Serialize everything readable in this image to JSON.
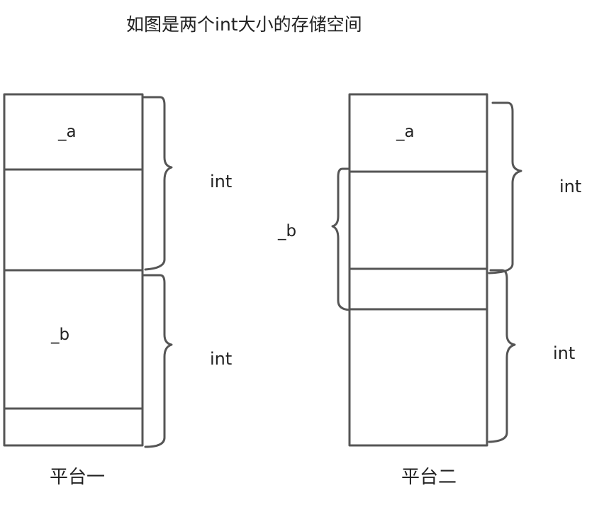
{
  "title": "如图是两个int大小的存储空间",
  "colors": {
    "stroke": "#555555",
    "text": "#222222",
    "background": "#ffffff"
  },
  "platform_one": {
    "name": "平台一",
    "var_a": "_a",
    "var_b": "_b",
    "int_top": "int",
    "int_bottom": "int"
  },
  "platform_two": {
    "name": "平台二",
    "var_a": "_a",
    "var_b": "_b",
    "int_top": "int",
    "int_bottom": "int"
  }
}
